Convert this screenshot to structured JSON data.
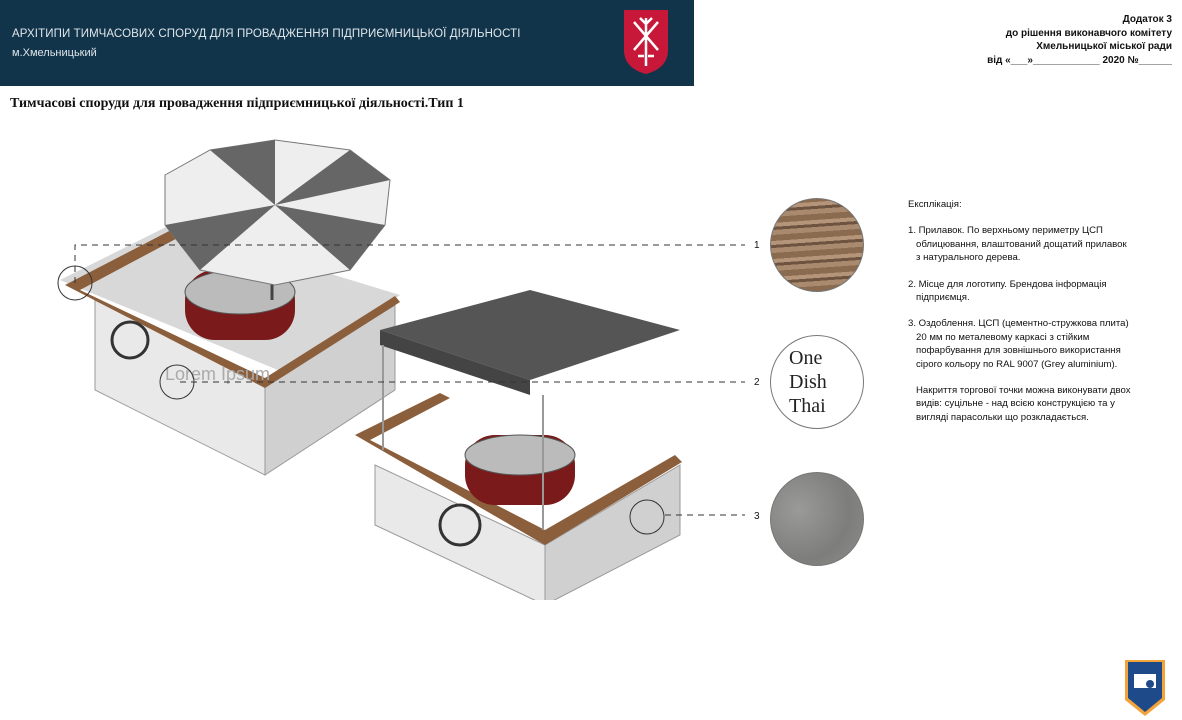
{
  "header": {
    "line1": "АРХІТИПИ ТИМЧАСОВИХ СПОРУД ДЛЯ ПРОВАДЖЕННЯ ПІДПРИЄМНИЦЬКОЇ ДІЯЛЬНОСТІ",
    "line2": "м.Хмельницький"
  },
  "appendix": {
    "l1": "Додаток 3",
    "l2": "до рішення виконавчого комітету",
    "l3": "Хмельницької міської ради",
    "l4": "від «___»____________ 2020 №______"
  },
  "page_title": "Тимчасові споруди для провадження підприємницької діяльності.Тип 1",
  "callouts": [
    "1",
    "2",
    "3"
  ],
  "logo_sample": [
    "One",
    "Dish",
    "Thai"
  ],
  "kiosk_sign": "Lorem Ipsum",
  "legend": {
    "heading": "Експлікація:",
    "item1a": "1. Прилавок. По верхньому периметру ЦСП",
    "item1b": "облицювання, влаштований дощатий прилавок",
    "item1c": "з натурального дерева.",
    "item2a": "2. Місце для логотипу. Брендова інформація",
    "item2b": "підприємця.",
    "item3a": "3. Оздоблення. ЦСП (цементно-стружкова плита)",
    "item3b": "20 мм по металевому каркасі з стійким",
    "item3c": "пофарбування для зовнішнього використання",
    "item3d": "сірого кольору по RAL 9007 (Grey aluminium).",
    "note1": "Накриття торгової точки можна виконувати двох",
    "note2": "видів: суцільне - над всією конструкцією та у",
    "note3": "вигляді парасольки що розкладається."
  }
}
